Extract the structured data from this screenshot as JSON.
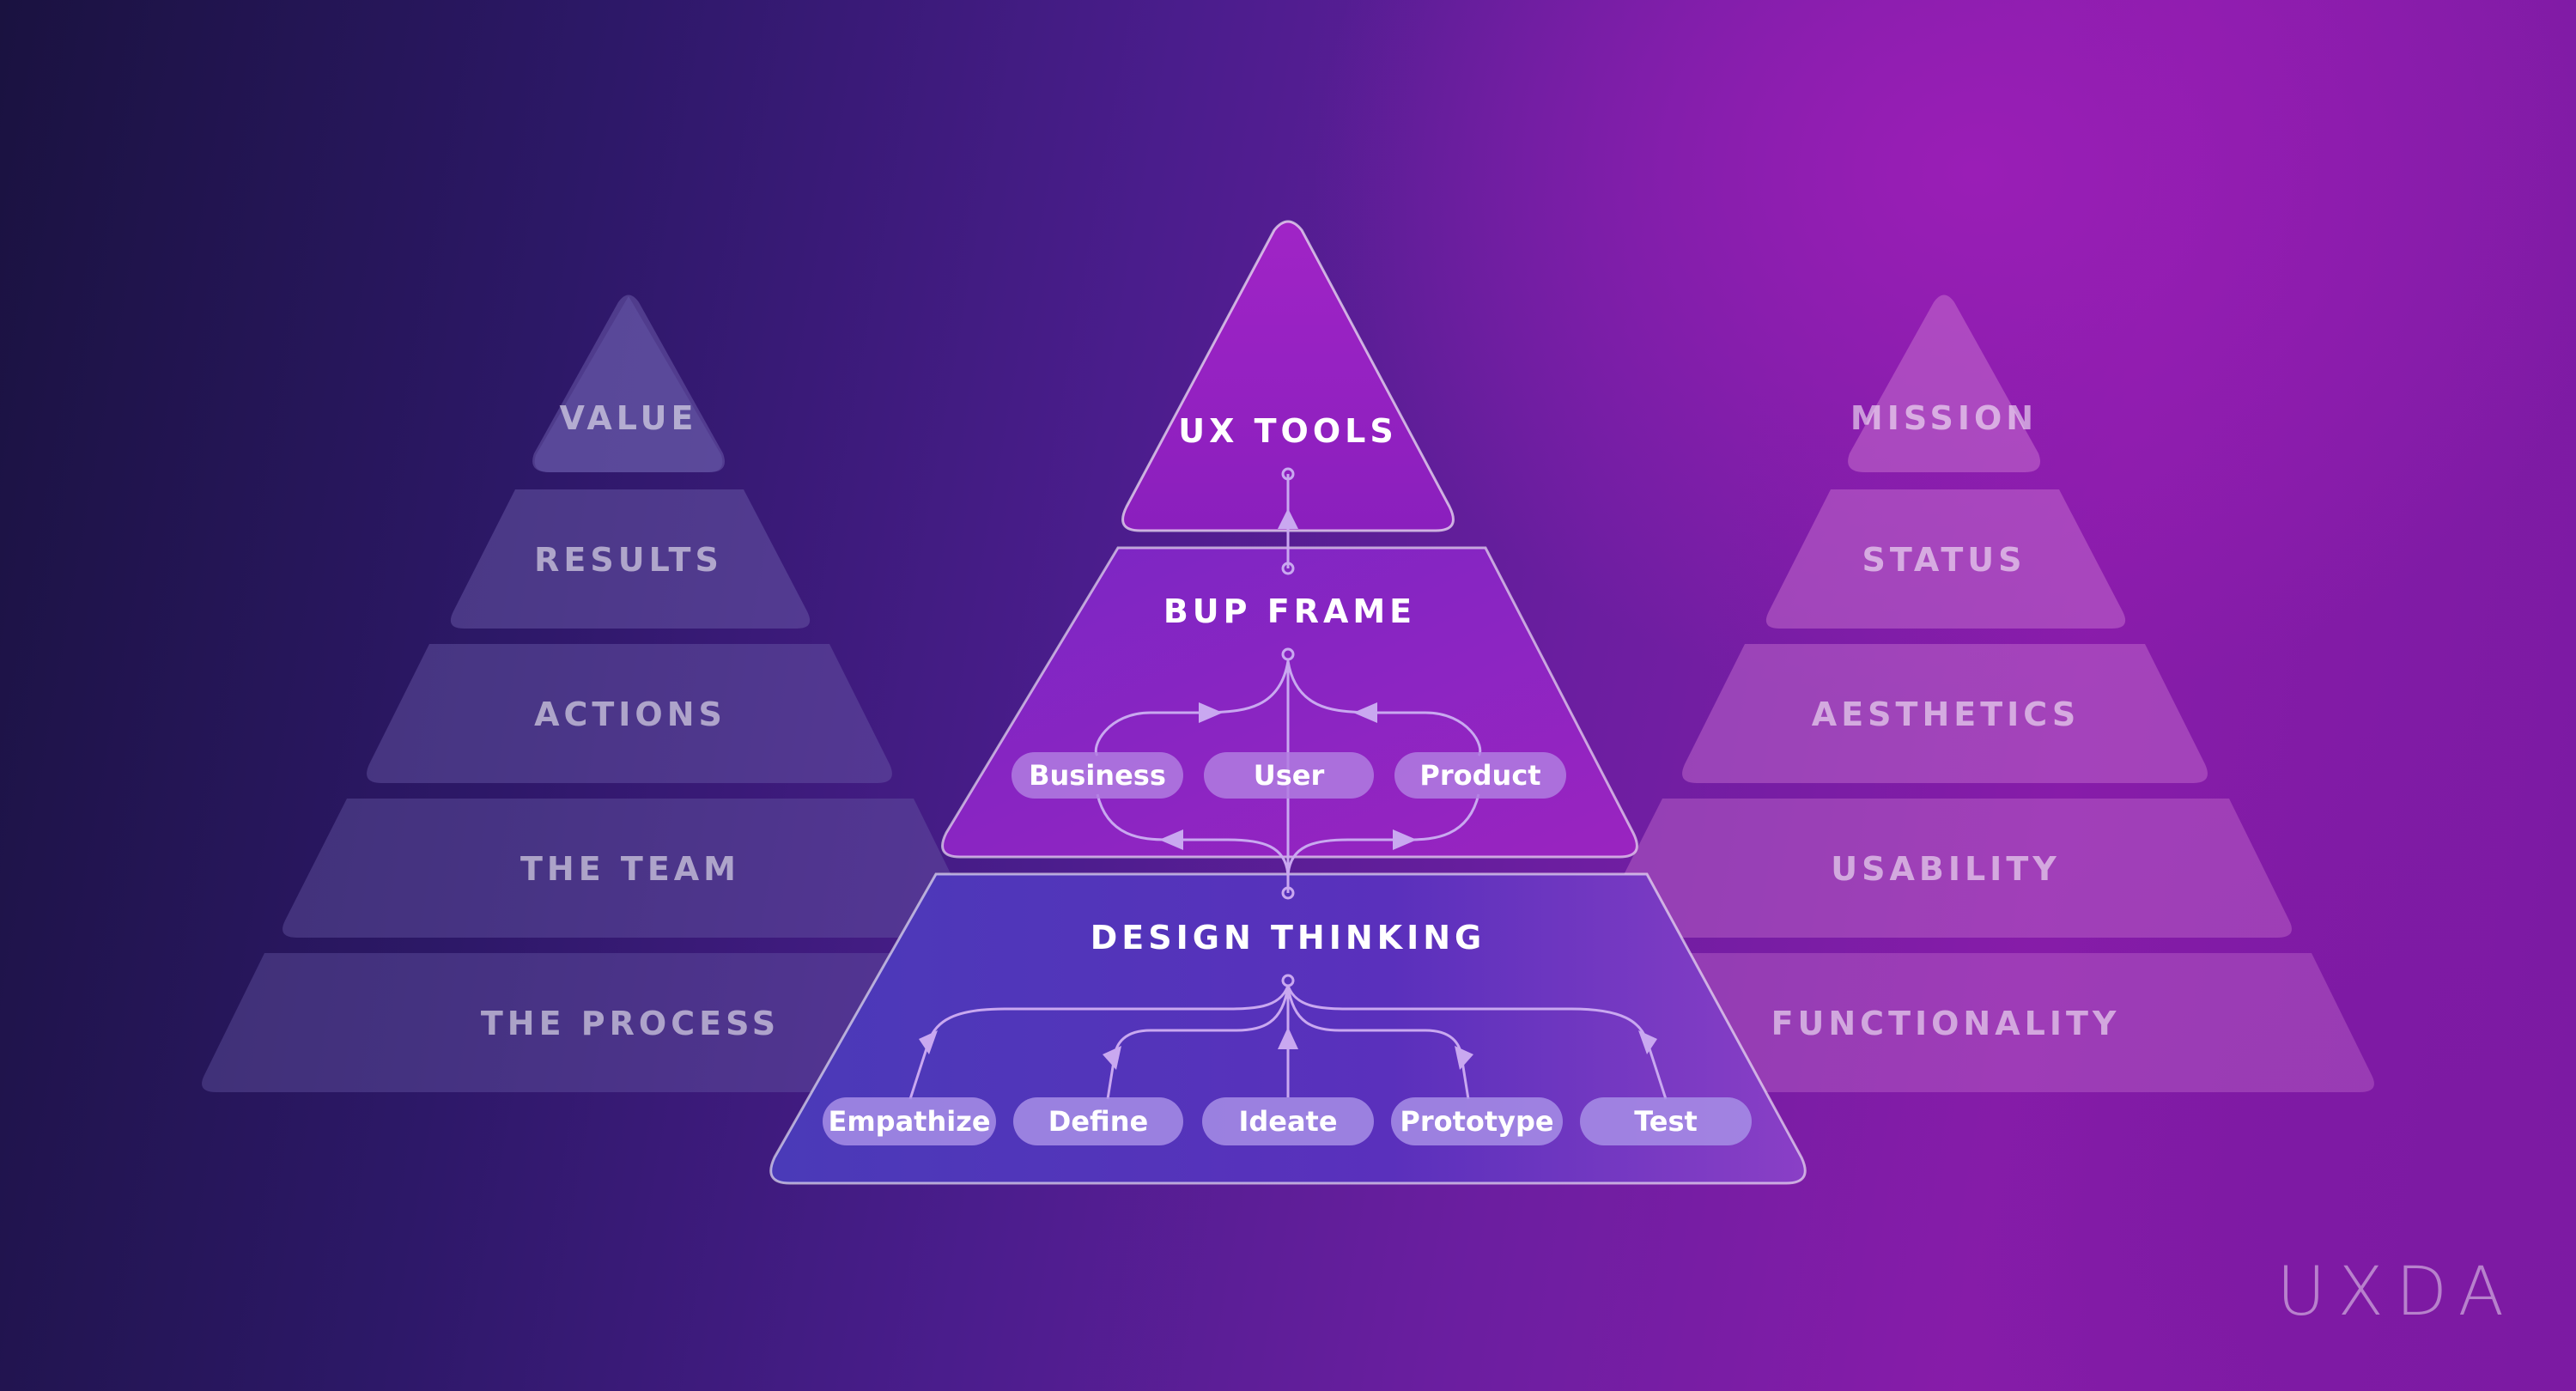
{
  "left_pyramid": {
    "tiers": [
      "VALUE",
      "RESULTS",
      "ACTIONS",
      "THE TEAM",
      "THE PROCESS"
    ]
  },
  "right_pyramid": {
    "tiers": [
      "MISSION",
      "STATUS",
      "AESTHETICS",
      "USABILITY",
      "FUNCTIONALITY"
    ]
  },
  "center_pyramid": {
    "top": {
      "title": "UX TOOLS"
    },
    "middle": {
      "title": "BUP FRAME",
      "pills": [
        "Business",
        "User",
        "Product"
      ]
    },
    "bottom": {
      "title": "DESIGN THINKING",
      "pills": [
        "Empathize",
        "Define",
        "Ideate",
        "Prototype",
        "Test"
      ]
    }
  },
  "logo": "UXDA",
  "colors": {
    "left_tier_fill": "#5a4ca0",
    "right_tier_fill": "#c06fc9",
    "center_top_fill": "#9520c0",
    "center_mid_fill": "#8a26c2",
    "center_bottom_fill": "#5a34c2",
    "pill_fill": "#b07de0"
  }
}
